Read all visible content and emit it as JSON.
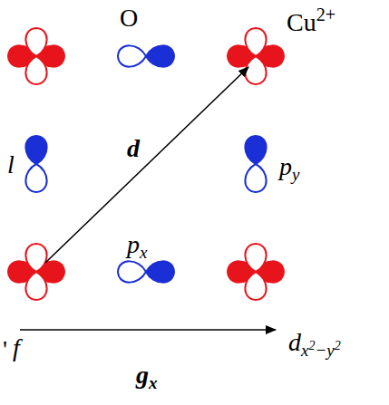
{
  "diagram": {
    "labels": [
      "O",
      "Cu2+",
      "l",
      "d",
      "py",
      "px",
      "'",
      "f",
      "dx2−y2",
      "gx"
    ]
  }
}
